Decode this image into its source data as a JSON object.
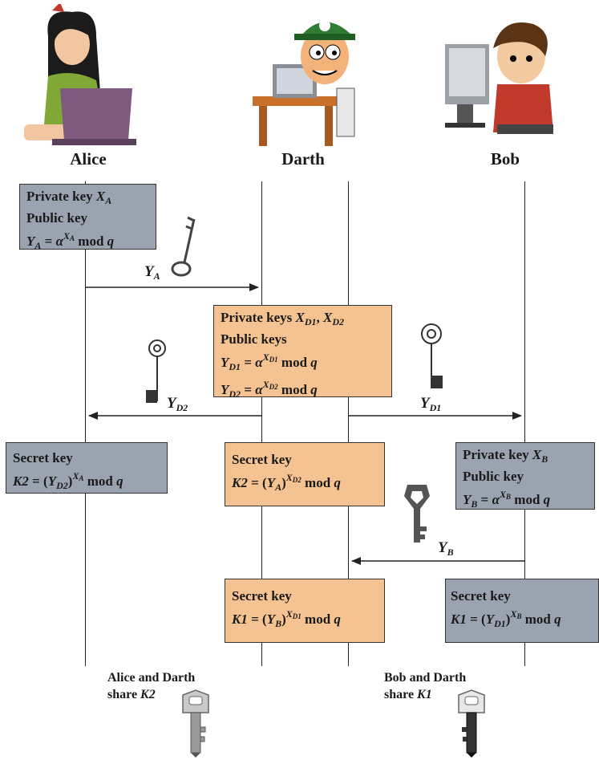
{
  "participants": {
    "alice": "Alice",
    "darth": "Darth",
    "bob": "Bob"
  },
  "alice_key_box": {
    "line1": "Private key ",
    "var_x": "X",
    "sub_x": "A",
    "line2": "Public key",
    "line3_y": "Y",
    "line3_sub": "A",
    "line3_eq": " = ",
    "alpha": "α",
    "exp_x": "X",
    "exp_sub": "A",
    "mod": " mod ",
    "q": "q"
  },
  "darth_key_box": {
    "line1": "Private keys ",
    "x": "X",
    "d1": "D1",
    "comma": ", ",
    "d2": "D2",
    "line2": "Public keys",
    "y": "Y",
    "eq": " = ",
    "alpha": "α",
    "mod": " mod ",
    "q": "q"
  },
  "alice_secret": {
    "title": "Secret key",
    "k": "K2",
    "eq": " = (",
    "y": "Y",
    "ysub": "D2",
    "close": ")",
    "exp": "X",
    "expsub": "A",
    "mod": " mod ",
    "q": "q"
  },
  "darth_secret2": {
    "title": "Secret key",
    "k": "K2",
    "eq": " = (",
    "y": "Y",
    "ysub": "A",
    "close": ")",
    "exp": "X",
    "expsub": "D2",
    "mod": " mod ",
    "q": "q"
  },
  "bob_key_box": {
    "line1": "Private key ",
    "x": "X",
    "xsub": "B",
    "line2": "Public key",
    "y": "Y",
    "ysub": "B",
    "eq": " = ",
    "alpha": "α",
    "exp": "X",
    "expsub": "B",
    "mod": " mod ",
    "q": "q"
  },
  "darth_secret1": {
    "title": "Secret key",
    "k": "K1",
    "eq": " = (",
    "y": "Y",
    "ysub": "B",
    "close": ")",
    "exp": "X",
    "expsub": "D1",
    "mod": " mod ",
    "q": "q"
  },
  "bob_secret": {
    "title": "Secret key",
    "k": "K1",
    "eq": " = (",
    "y": "Y",
    "ysub": "D1",
    "close": ")",
    "exp": "X",
    "expsub": "B",
    "mod": " mod ",
    "q": "q"
  },
  "messages": {
    "ya": {
      "y": "Y",
      "sub": "A"
    },
    "yd2": {
      "y": "Y",
      "sub": "D2"
    },
    "yd1": {
      "y": "Y",
      "sub": "D1"
    },
    "yb": {
      "y": "Y",
      "sub": "B"
    }
  },
  "share_left": {
    "line1": "Alice and Darth",
    "line2": "share ",
    "k": "K2"
  },
  "share_right": {
    "line1": "Bob and Darth",
    "line2": "share ",
    "k": "K1"
  },
  "icons": {
    "alice": "person-with-laptop-icon",
    "darth": "hacker-at-computer-icon",
    "bob": "boy-at-computer-icon",
    "key": "skeleton-key-icon",
    "shared_key": "house-key-icon"
  },
  "colors": {
    "legit_box": "#9aa4b0",
    "attacker_box": "#f5c391",
    "line": "#222222"
  }
}
